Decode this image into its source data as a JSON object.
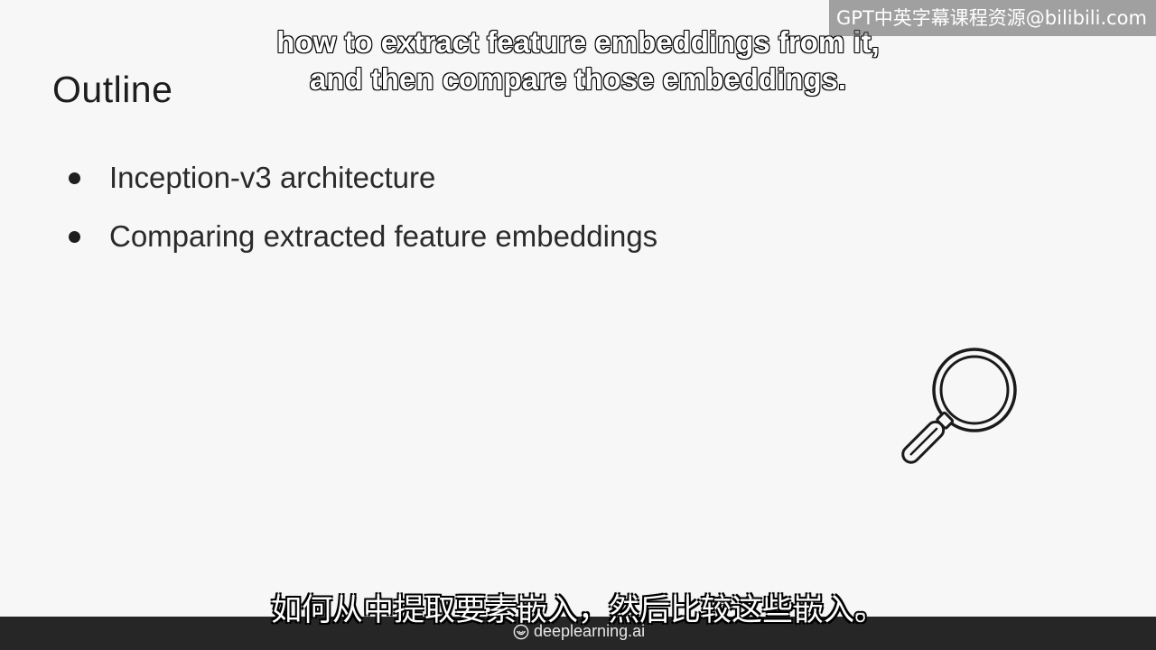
{
  "slide": {
    "title": "Outline",
    "bullets": [
      "Inception-v3 architecture",
      "Comparing extracted feature embeddings"
    ],
    "illustration_icon": "magnifying-glass-icon"
  },
  "subtitles": {
    "english_line1": "how to extract feature embeddings from it,",
    "english_line2": "and then compare those embeddings.",
    "chinese": "如何从中提取要素嵌入，然后比较这些嵌入。"
  },
  "watermark": {
    "text": "GPT中英字幕课程资源@bilibili.com"
  },
  "footer": {
    "brand": "deeplearning.ai",
    "brand_icon": "deeplearning-logo-icon"
  },
  "colors": {
    "background": "#f7f7f7",
    "bottom_bar": "#262626",
    "text": "#1d1d1d"
  }
}
